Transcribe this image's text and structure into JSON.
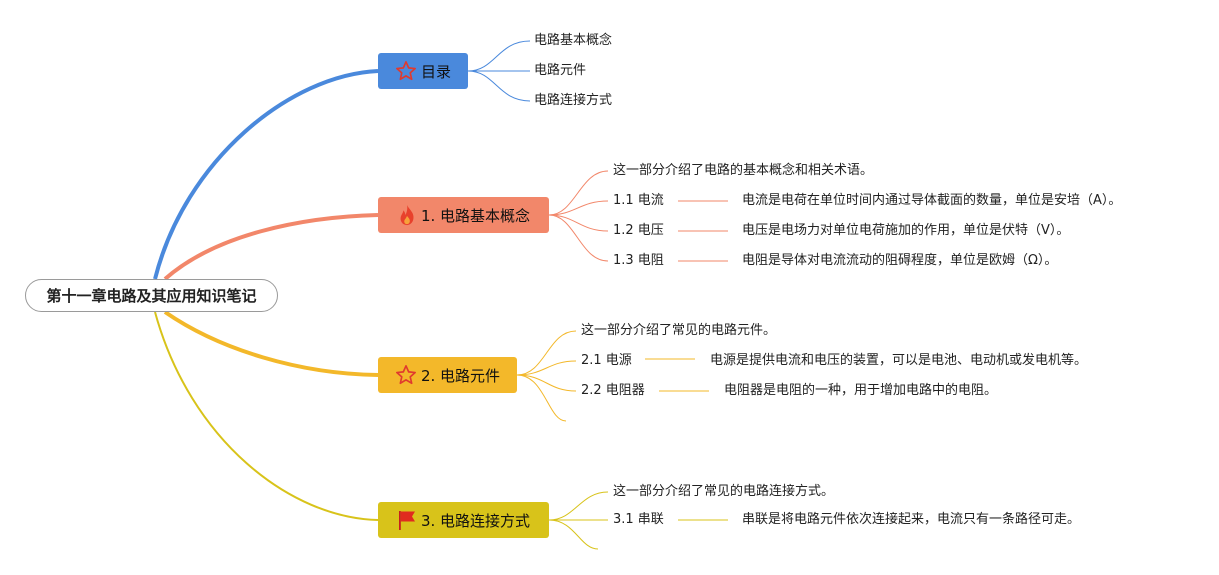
{
  "root": {
    "title": "第十一章电路及其应用知识笔记"
  },
  "branches": [
    {
      "title": "目录",
      "icon": "star-icon",
      "color": "#4a89dc",
      "items": [
        "电路基本概念",
        "电路元件",
        "电路连接方式"
      ]
    },
    {
      "title": "1. 电路基本概念",
      "icon": "fire-icon",
      "color": "#f2876a",
      "intro": "这一部分介绍了电路的基本概念和相关术语。",
      "items": [
        {
          "label": "1.1 电流",
          "desc": "电流是电荷在单位时间内通过导体截面的数量，单位是安培（A）。"
        },
        {
          "label": "1.2 电压",
          "desc": "电压是电场力对单位电荷施加的作用，单位是伏特（V）。"
        },
        {
          "label": "1.3 电阻",
          "desc": "电阻是导体对电流流动的阻碍程度，单位是欧姆（Ω）。"
        }
      ]
    },
    {
      "title": "2. 电路元件",
      "icon": "star-icon",
      "color": "#f3b82a",
      "intro": "这一部分介绍了常见的电路元件。",
      "items": [
        {
          "label": "2.1 电源",
          "desc": "电源是提供电流和电压的装置，可以是电池、电动机或发电机等。"
        },
        {
          "label": "2.2 电阻器",
          "desc": "电阻器是电阻的一种，用于增加电路中的电阻。"
        }
      ]
    },
    {
      "title": "3. 电路连接方式",
      "icon": "flag-icon",
      "color": "#d8c31a",
      "intro": "这一部分介绍了常见的电路连接方式。",
      "items": [
        {
          "label": "3.1 串联",
          "desc": "串联是将电路元件依次连接起来，电流只有一条路径可走。"
        }
      ]
    }
  ]
}
